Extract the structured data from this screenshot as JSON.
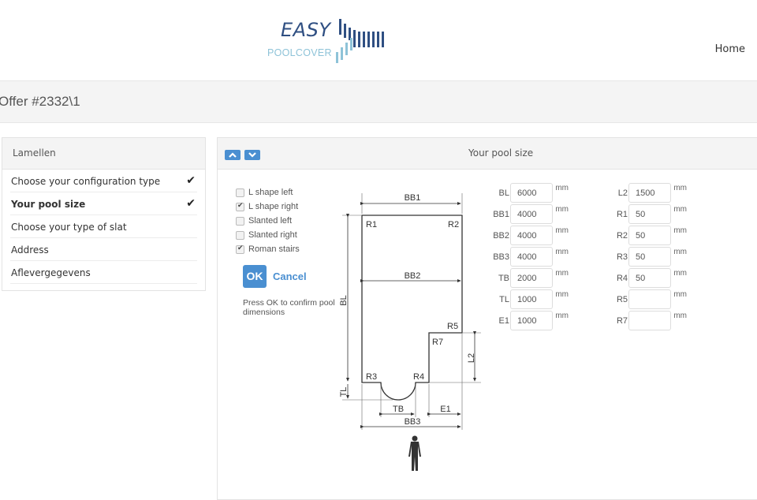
{
  "header": {
    "logo": {
      "word1": "EASY",
      "word2": "POOLCOVER"
    },
    "nav": {
      "home": "Home"
    }
  },
  "offer": {
    "title": "Offer #2332\\1"
  },
  "sidebar": {
    "title": "Lamellen",
    "items": [
      {
        "label": "Choose your configuration type",
        "done": true,
        "active": false
      },
      {
        "label": "Your pool size",
        "done": true,
        "active": true
      },
      {
        "label": "Choose your type of slat",
        "done": false,
        "active": false
      },
      {
        "label": "Address",
        "done": false,
        "active": false
      },
      {
        "label": "Aflevergegevens",
        "done": false,
        "active": false
      }
    ],
    "check_glyph": "✔"
  },
  "panel": {
    "title": "Your pool size",
    "up_icon": "chevron-up-icon",
    "down_icon": "chevron-down-icon",
    "options": [
      {
        "label": "L shape left",
        "checked": false
      },
      {
        "label": "L shape right",
        "checked": true
      },
      {
        "label": "Slanted left",
        "checked": false
      },
      {
        "label": "Slanted right",
        "checked": false
      },
      {
        "label": "Roman stairs",
        "checked": true
      }
    ],
    "ok_label": "OK",
    "cancel_label": "Cancel",
    "hint": "Press OK to confirm pool dimensions",
    "diagram_labels": {
      "bb1": "BB1",
      "bb2": "BB2",
      "bb3": "BB3",
      "bl": "BL",
      "l2": "L2",
      "tl": "TL",
      "tb": "TB",
      "e1": "E1",
      "r1": "R1",
      "r2": "R2",
      "r3": "R3",
      "r4": "R4",
      "r5": "R5",
      "r7": "R7"
    },
    "unit": "mm",
    "fields_left": [
      {
        "label": "BL",
        "value": "6000"
      },
      {
        "label": "BB1",
        "value": "4000"
      },
      {
        "label": "BB2",
        "value": "4000"
      },
      {
        "label": "BB3",
        "value": "4000"
      },
      {
        "label": "TB",
        "value": "2000"
      },
      {
        "label": "TL",
        "value": "1000"
      },
      {
        "label": "E1",
        "value": "1000"
      }
    ],
    "fields_right": [
      {
        "label": "L2",
        "value": "1500"
      },
      {
        "label": "R1",
        "value": "50"
      },
      {
        "label": "R2",
        "value": "50"
      },
      {
        "label": "R3",
        "value": "50"
      },
      {
        "label": "R4",
        "value": "50"
      },
      {
        "label": "R5",
        "value": ""
      },
      {
        "label": "R7",
        "value": ""
      }
    ]
  }
}
